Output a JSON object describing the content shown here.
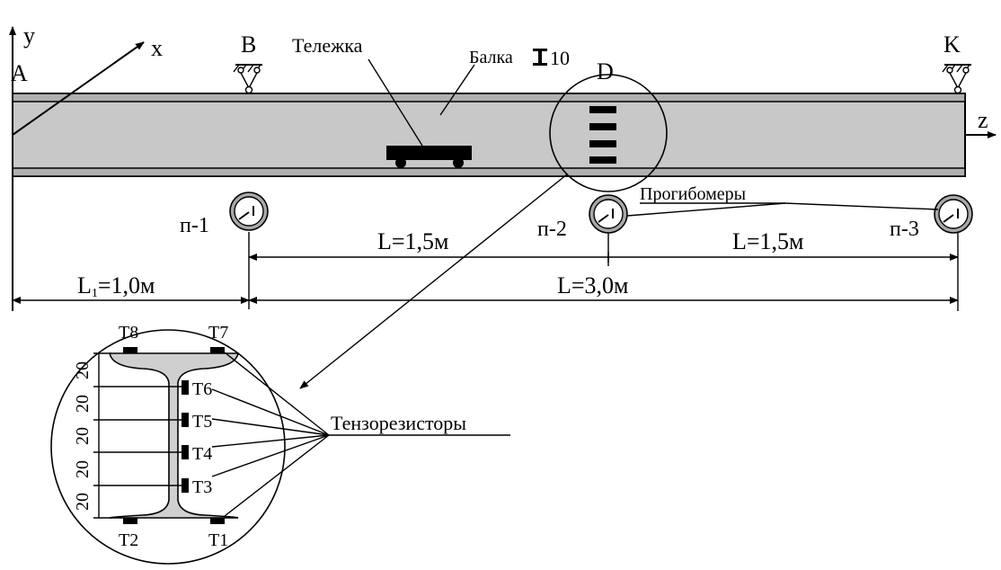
{
  "axes": {
    "y": "y",
    "x": "x",
    "z": "z"
  },
  "points": {
    "a": "A",
    "b": "B",
    "k": "K",
    "d": "D"
  },
  "labels": {
    "cart": "Тележка",
    "beam": "Балка",
    "beam_number": "10",
    "deflectometers": "Прогибомеры",
    "strain_gauges": "Тензорезисторы"
  },
  "gauges": {
    "p1": "п-1",
    "p2": "п-2",
    "p3": "п-3"
  },
  "dimensions": {
    "l_left": "L=1,5м",
    "l_right": "L=1,5м",
    "l1_prefix": "L",
    "l1_sub": "1",
    "l1_value": "=1,0м",
    "l_total": "L=3,0м"
  },
  "section_spacing": [
    "20",
    "20",
    "20",
    "20",
    "20"
  ],
  "sensors": {
    "t1": "T1",
    "t2": "T2",
    "t3": "T3",
    "t4": "T4",
    "t5": "T5",
    "t6": "T6",
    "t7": "T7",
    "t8": "T8"
  },
  "colors": {
    "beam_fill": "#c8c8c8",
    "gauge_fill": "#a8a8a8",
    "section_fill": "#cfcfcf"
  }
}
